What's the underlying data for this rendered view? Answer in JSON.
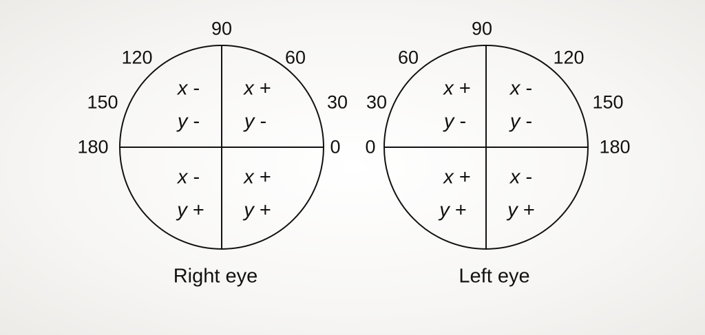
{
  "diagrams": {
    "right": {
      "caption": "Right eye",
      "angles": {
        "top": "90",
        "upper_left": "120",
        "upper_right": "60",
        "left_upper": "150",
        "right_upper": "30",
        "left": "180",
        "right": "0"
      },
      "quadrants": {
        "upper_left": {
          "x_var": "x",
          "x_sign": "-",
          "y_var": "y",
          "y_sign": "-"
        },
        "upper_right": {
          "x_var": "x",
          "x_sign": "+",
          "y_var": "y",
          "y_sign": "-"
        },
        "lower_left": {
          "x_var": "x",
          "x_sign": "-",
          "y_var": "y",
          "y_sign": "+"
        },
        "lower_right": {
          "x_var": "x",
          "x_sign": "+",
          "y_var": "y",
          "y_sign": "+"
        }
      }
    },
    "left": {
      "caption": "Left eye",
      "angles": {
        "top": "90",
        "upper_left": "60",
        "upper_right": "120",
        "left_upper": "30",
        "right_upper": "150",
        "left": "0",
        "right": "180"
      },
      "quadrants": {
        "upper_left": {
          "x_var": "x",
          "x_sign": "+",
          "y_var": "y",
          "y_sign": "-"
        },
        "upper_right": {
          "x_var": "x",
          "x_sign": "-",
          "y_var": "y",
          "y_sign": "-"
        },
        "lower_left": {
          "x_var": "x",
          "x_sign": "+",
          "y_var": "y",
          "y_sign": "+"
        },
        "lower_right": {
          "x_var": "x",
          "x_sign": "-",
          "y_var": "y",
          "y_sign": "+"
        }
      }
    }
  },
  "colors": {
    "stroke": "#111111",
    "background": "#f7f6f4"
  }
}
